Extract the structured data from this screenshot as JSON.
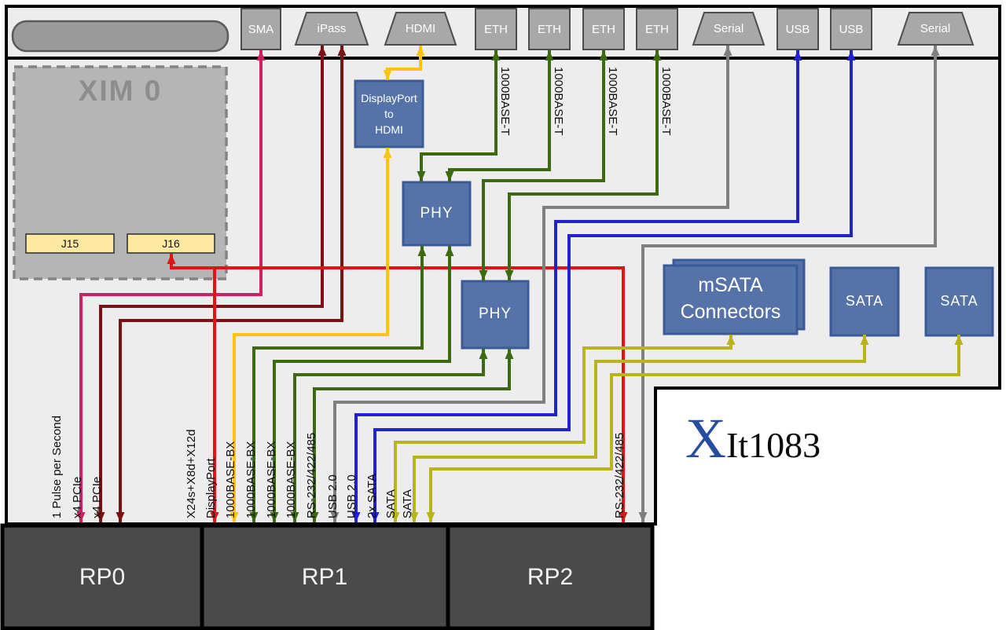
{
  "top_connectors": [
    {
      "label": "SMA",
      "type": "rect"
    },
    {
      "label": "iPass",
      "type": "trapezoid"
    },
    {
      "label": "HDMI",
      "type": "trapezoid"
    },
    {
      "label": "ETH",
      "type": "rect"
    },
    {
      "label": "ETH",
      "type": "rect"
    },
    {
      "label": "ETH",
      "type": "rect"
    },
    {
      "label": "ETH",
      "type": "rect"
    },
    {
      "label": "Serial",
      "type": "trapezoid"
    },
    {
      "label": "USB",
      "type": "rect"
    },
    {
      "label": "USB",
      "type": "rect"
    },
    {
      "label": "Serial",
      "type": "trapezoid"
    }
  ],
  "xim": {
    "title": "XIM 0",
    "connectors": [
      "J15",
      "J16"
    ]
  },
  "blocks": {
    "dp_converter": [
      "DisplayPort",
      "to",
      "HDMI"
    ],
    "phy": "PHY",
    "msata": [
      "mSATA",
      "Connectors"
    ],
    "sata": "SATA"
  },
  "rear_panels": [
    "RP0",
    "RP1",
    "RP2"
  ],
  "eth_line_label": "1000BASE-T",
  "bottom_labels": [
    "1 Pulse per Second",
    "x4 PCIe",
    "x4 PCIe",
    "X24s+X8d+X12d",
    "DisplayPort",
    "1000BASE-BX",
    "1000BASE-BX",
    "1000BASE-BX",
    "1000BASE-BX",
    "RS-232/422/485",
    "USB 2.0",
    "USB 2.0",
    "2x SATA",
    "SATA",
    "SATA",
    "RS-232/422/485"
  ],
  "logo": {
    "x": "X",
    "rest": "It1083"
  },
  "colors": {
    "board_fill": "#ededed",
    "connector_fill": "#a8a8a8",
    "block_blue": "#5573a9",
    "block_blue_border": "#3a5a96",
    "net_pink": "#d11f63",
    "net_maroon": "#7a1215",
    "net_red": "#df1414",
    "net_gold": "#fec40d",
    "net_green": "#3c6a10",
    "net_gray": "#7f7f7f",
    "net_blue": "#2121cd",
    "net_olive": "#b9b41b",
    "xim_fill": "#b5b5b5",
    "jbox_fill": "#ffe9a0",
    "rear_fill": "#4a4a4a"
  }
}
